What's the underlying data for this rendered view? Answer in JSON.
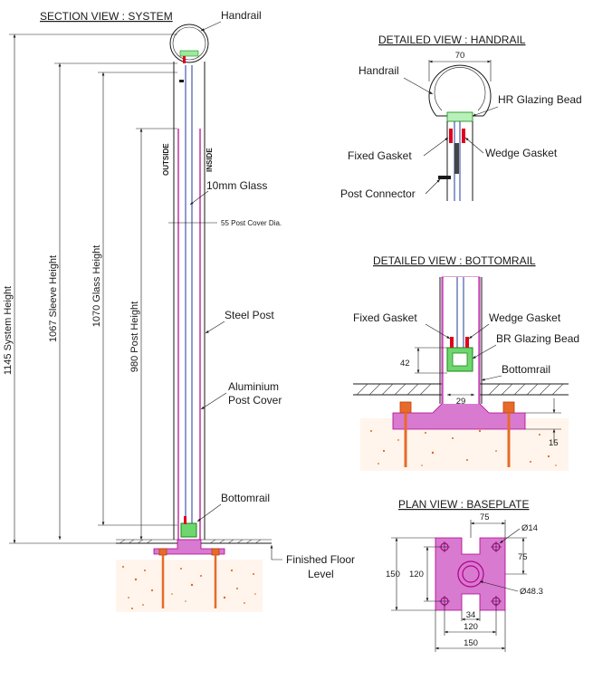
{
  "views": {
    "section_title": "SECTION VIEW : SYSTEM",
    "handrail_title": "DETAILED VIEW : HANDRAIL",
    "bottomrail_title": "DETAILED VIEW : BOTTOMRAIL",
    "plan_title": "PLAN VIEW : BASEPLATE"
  },
  "section": {
    "labels": {
      "handrail": "Handrail",
      "outside": "OUTSIDE",
      "inside": "INSIDE",
      "glass": "10mm Glass",
      "post_cover_dia": "55 Post Cover Dia.",
      "steel_post": "Steel Post",
      "aluminium": "Aluminium",
      "post_cover": "Post Cover",
      "bottomrail": "Bottomrail",
      "finished_floor": "Finished Floor",
      "level": "Level"
    },
    "dimensions": {
      "system_height": "1145 System Height",
      "sleeve_height": "1067 Sleeve Height",
      "glass_height": "1070 Glass Height",
      "post_height": "980 Post Height"
    }
  },
  "handrail_detail": {
    "width": "70",
    "labels": {
      "handrail": "Handrail",
      "hr_glazing_bead": "HR Glazing Bead",
      "fixed_gasket": "Fixed Gasket",
      "wedge_gasket": "Wedge Gasket",
      "post_connector": "Post Connector"
    }
  },
  "bottomrail_detail": {
    "height": "42",
    "width": "29",
    "plate_thk": "15",
    "labels": {
      "fixed_gasket": "Fixed Gasket",
      "wedge_gasket": "Wedge Gasket",
      "br_glazing_bead": "BR Glazing Bead",
      "bottomrail": "Bottomrail"
    }
  },
  "baseplate": {
    "top_offset": "75",
    "hole_dia": "Ø14",
    "right_offset": "75",
    "overall_h": "150",
    "hole_spacing_h": "120",
    "post_dia": "Ø48.3",
    "slot_w": "34",
    "hole_spacing_w": "120",
    "overall_w": "150"
  },
  "colors": {
    "line": "#1a1a1a",
    "glass": "#1f3a9a",
    "cover": "#b0008a",
    "bead": "#6fd66f",
    "gasket": "#e0001c",
    "baseplate": "#d87ad0",
    "bolt": "#e86a2a",
    "concrete": "#fff5ec"
  }
}
